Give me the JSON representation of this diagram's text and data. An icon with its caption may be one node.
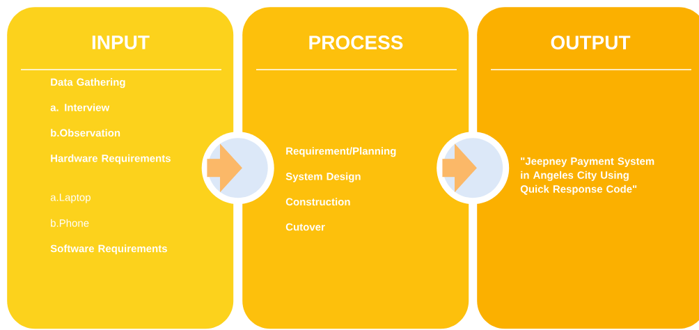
{
  "diagram": {
    "nodes": [
      {
        "text": [
          "INPUT",
          "Data Gathering",
          "a. Interview",
          "b.Observation",
          "Hardware Requirements",
          "a.Laptop",
          "b.Phone",
          "Software Requirements"
        ]
      },
      {
        "text": [
          "PROCESS",
          "Requirement/Planning",
          "System Design",
          "Construction",
          "Cutover"
        ]
      },
      {
        "text": [
          "OUTPUT",
          "\"Jeepney Payment System in Angeles City Using Quick Response Code\""
        ]
      }
    ],
    "edges": [
      {
        "from": 0,
        "to": 1,
        "arrow": "to"
      },
      {
        "from": 1,
        "to": 2,
        "arrow": "to"
      }
    ]
  }
}
